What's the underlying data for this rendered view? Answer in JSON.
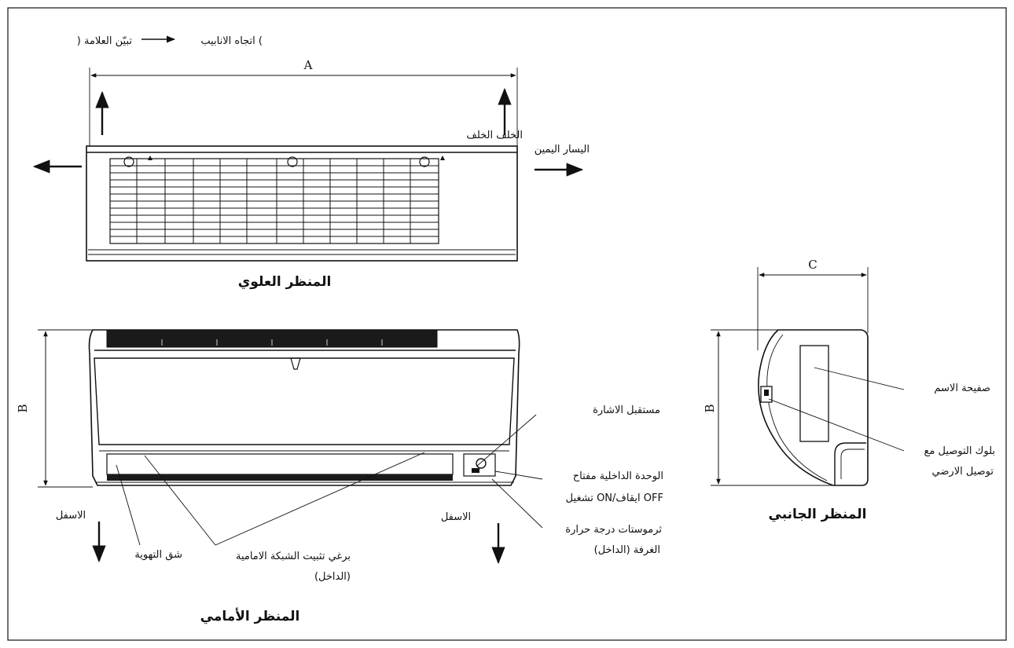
{
  "legend": {
    "text": "اتجاه الانابيب (",
    "text2": ") تبيّن العلامة"
  },
  "dimensions": {
    "a": "A",
    "b": "B",
    "c": "C"
  },
  "top_view": {
    "title": "المنظر العلوي",
    "rear_label": "الخلف الخلف",
    "left_right_label": "اليسار اليمين"
  },
  "front_view": {
    "title": "المنظر الأمامي",
    "down_left": "الاسفل",
    "down_right": "الاسفل",
    "callouts": {
      "signal_receiver": "مستقبل الاشارة",
      "switch_line1": "الوحدة الداخلية مفتاح",
      "switch_line2": "تشغيل ON/ايقاف OFF",
      "thermostat_line1": "ثرموستات درجة حرارة",
      "thermostat_line2": "الغرفة (الداخل)",
      "vent_slot": "شق التهوية",
      "grille_screws_line1": "برغي تثبيت الشبكة الامامية",
      "grille_screws_line2": "(الداخل)"
    }
  },
  "side_view": {
    "title": "المنظر الجانبي",
    "nameplate": "صفيحة الاسم",
    "terminal_line1": "بلوك التوصيل مع",
    "terminal_line2": "توصيل الارضي"
  }
}
